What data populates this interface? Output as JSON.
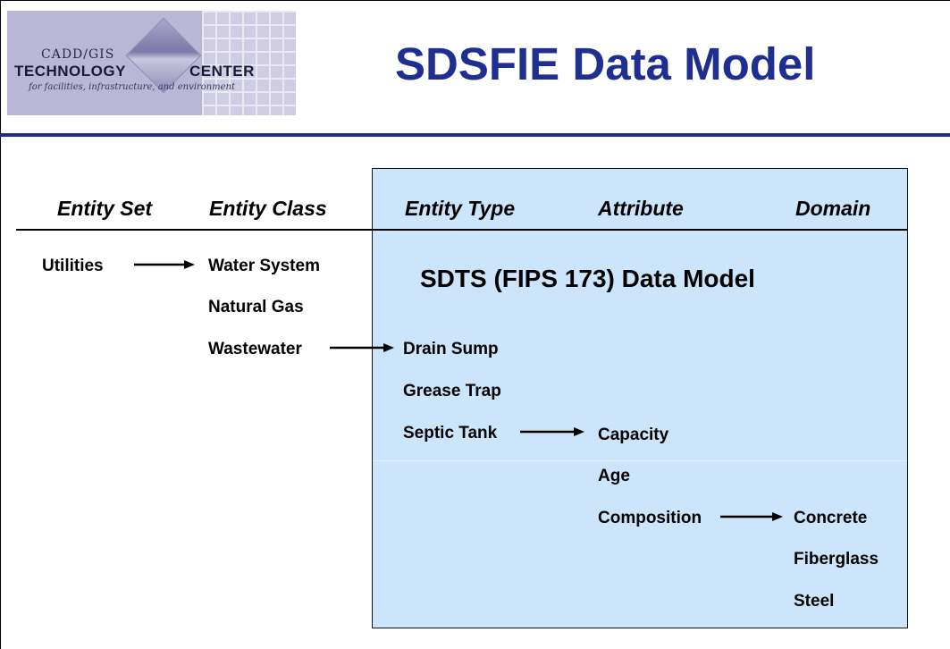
{
  "logo": {
    "line1": "CADD/GIS",
    "line2_left": "TECHNOLOGY",
    "line2_right": "CENTER",
    "tagline": "for facilities, infrastructure, and environment"
  },
  "title": "SDSFIE Data Model",
  "subtitle": "SDTS (FIPS 173) Data Model",
  "headers": {
    "entity_set": "Entity Set",
    "entity_class": "Entity Class",
    "entity_type": "Entity Type",
    "attribute": "Attribute",
    "domain": "Domain"
  },
  "entity_sets": [
    "Utilities"
  ],
  "entity_classes": [
    "Water System",
    "Natural Gas",
    "Wastewater"
  ],
  "entity_types": [
    "Drain Sump",
    "Grease Trap",
    "Septic Tank"
  ],
  "attributes": [
    "Capacity",
    "Age",
    "Composition"
  ],
  "domains": [
    "Concrete",
    "Fiberglass",
    "Steel"
  ],
  "relationships": [
    {
      "from": "Utilities",
      "to": "Water System"
    },
    {
      "from": "Wastewater",
      "to": "Drain Sump"
    },
    {
      "from": "Septic Tank",
      "to": "Capacity"
    },
    {
      "from": "Composition",
      "to": "Concrete"
    }
  ]
}
